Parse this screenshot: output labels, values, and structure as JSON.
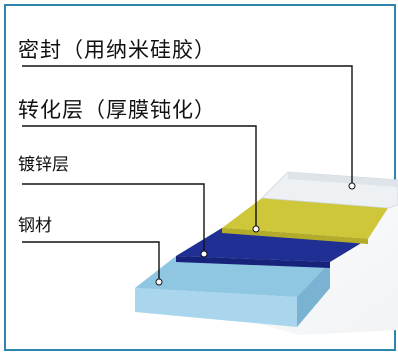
{
  "labels": {
    "sealing": "密封（用纳米硅胶）",
    "conversion": "转化层（厚膜钝化）",
    "zinc": "镀锌层",
    "steel": "钢材"
  },
  "colors": {
    "frame": "#2f86ad",
    "sealing_layer": "#eef1f4",
    "conversion_layer": "#cfc73a",
    "zinc_layer": "#1f2f93",
    "steel_layer": "#8fc7e3",
    "leader_line": "#111111",
    "marker_dot": "#ffffff"
  }
}
